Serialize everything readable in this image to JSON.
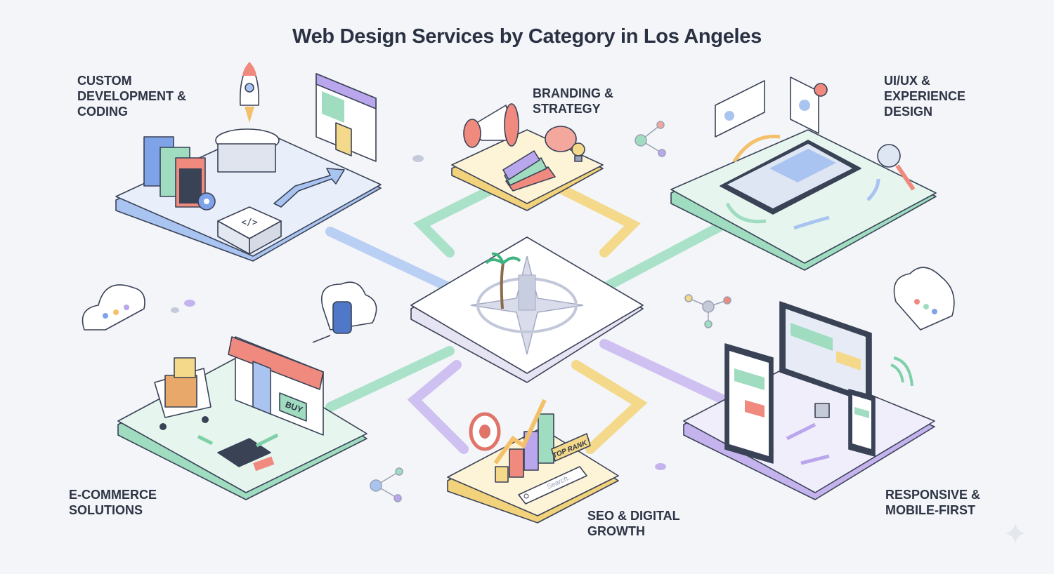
{
  "title": "Web Design Services by Category in Los Angeles",
  "categories": [
    {
      "id": "custom-dev",
      "label": "CUSTOM\nDEVELOPMENT &\nCODING",
      "color": "#a9c4f0"
    },
    {
      "id": "branding",
      "label": "BRANDING &\nSTRATEGY",
      "color": "#f2d27a"
    },
    {
      "id": "uiux",
      "label": "UI/UX &\nEXPERIENCE\nDESIGN",
      "color": "#9fdcc0"
    },
    {
      "id": "ecommerce",
      "label": "E-COMMERCE\nSOLUTIONS",
      "color": "#9fdcc0"
    },
    {
      "id": "seo",
      "label": "SEO & DIGITAL\nGROWTH",
      "color": "#f2d27a"
    },
    {
      "id": "responsive",
      "label": "RESPONSIVE &\nMOBILE-FIRST",
      "color": "#c5b3ee"
    }
  ],
  "hub_icon": "los-angeles-compass-palm-icon",
  "ecommerce_button": "BUY",
  "seo_badge": "TOP RANK",
  "seo_search_placeholder": "Search..",
  "code_glyph": "</>"
}
